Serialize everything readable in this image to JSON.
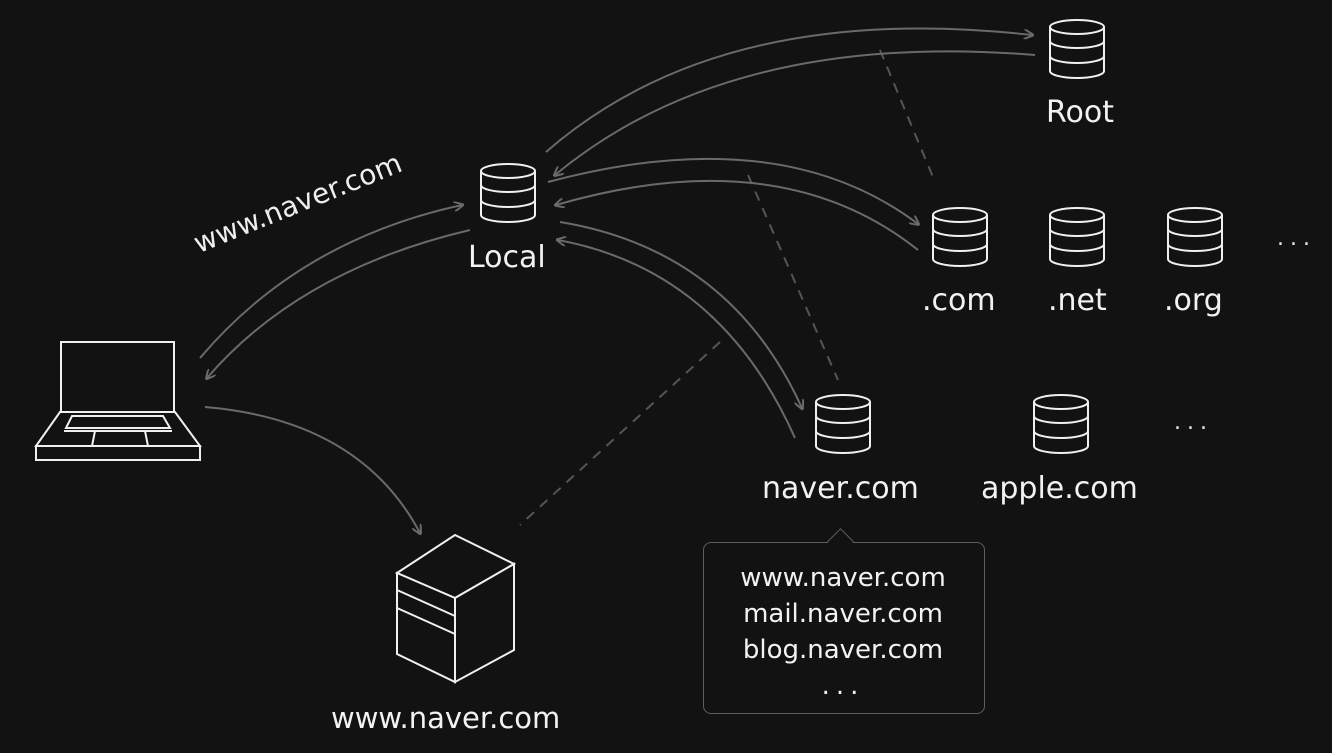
{
  "labels": {
    "local": "Local",
    "root": "Root",
    "com": ".com",
    "net": ".net",
    "org": ".org",
    "tld_more": "...",
    "naver": "naver.com",
    "apple": "apple.com",
    "second_more": "...",
    "web_server": "www.naver.com",
    "query": "www.naver.com"
  },
  "tooltip": {
    "lines": [
      "www.naver.com",
      "mail.naver.com",
      "blog.naver.com"
    ],
    "more": "..."
  },
  "colors": {
    "background": "#121212",
    "icon_stroke": "#f0f0f0",
    "arrow": "#6a6a6a",
    "dashed": "#555555",
    "text": "#f2f2f2"
  },
  "icons": [
    "laptop-icon",
    "database-icon",
    "server-box-icon"
  ]
}
